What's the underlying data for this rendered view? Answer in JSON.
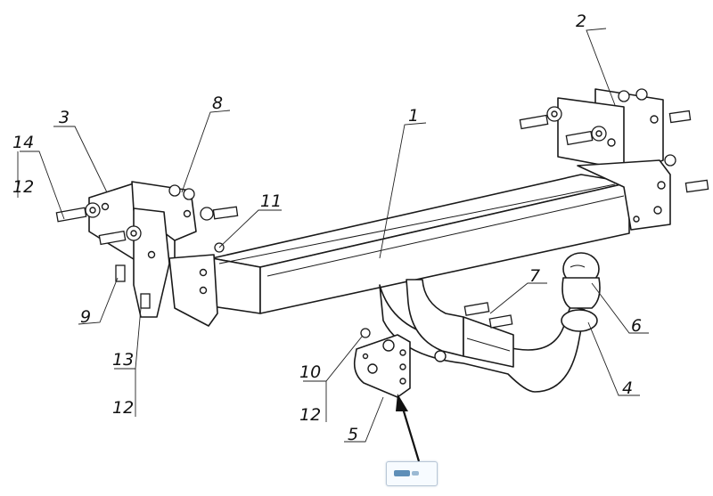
{
  "callouts": {
    "c1": "1",
    "c2": "2",
    "c3": "3",
    "c4": "4",
    "c5": "5",
    "c6": "6",
    "c7": "7",
    "c8": "8",
    "c9": "9",
    "c10": "10",
    "c11": "11",
    "c12a": "12",
    "c12b": "12",
    "c12c": "12",
    "c13": "13",
    "c14": "14"
  },
  "icons": {
    "tooltip": "tooltip-icon",
    "pointer": "arrow-pointer-icon"
  }
}
